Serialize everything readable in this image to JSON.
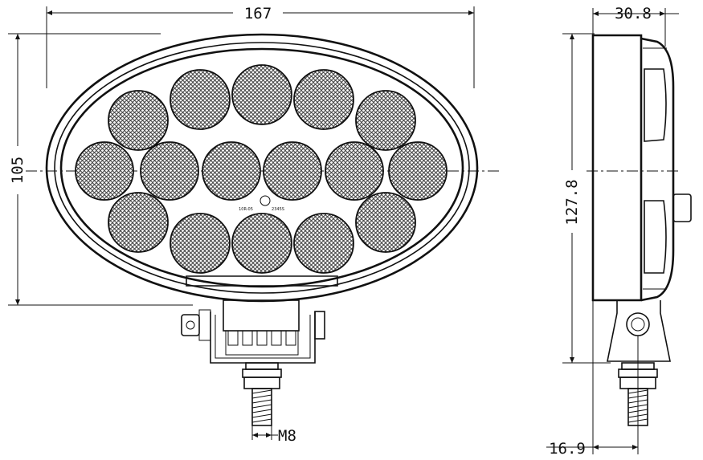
{
  "dimensions": {
    "front_width": "167",
    "front_height": "105",
    "side_depth": "30.8",
    "side_height": "127.8",
    "bracket_offset": "16.9",
    "thread": "M8"
  },
  "badge": {
    "left_text": "10R-05",
    "right_text": "2345S"
  }
}
